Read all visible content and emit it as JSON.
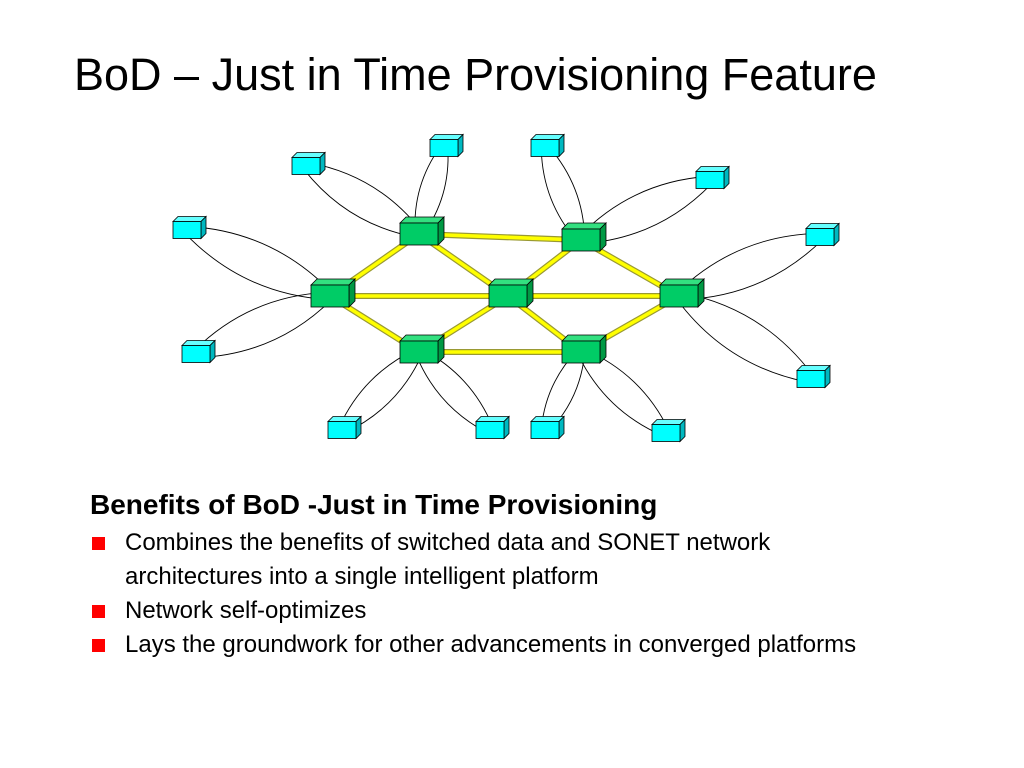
{
  "slide": {
    "title": "BoD – Just in Time Provisioning Feature"
  },
  "diagram": {
    "colors": {
      "core_node_front": "#00CC66",
      "core_node_top": "#33E080",
      "core_node_side": "#009944",
      "edge_node_front": "#00FFFF",
      "edge_node_top": "#66FFFF",
      "edge_node_side": "#00B8C0",
      "core_link": "#FFFF00",
      "core_link_outline": "#999933",
      "access_link": "#000000"
    },
    "core_nodes": [
      "core-top-left",
      "core-top-right",
      "core-mid-left",
      "core-center",
      "core-mid-right",
      "core-bottom-left",
      "core-bottom-right"
    ],
    "edge_nodes": [
      "edge-a",
      "edge-b",
      "edge-c",
      "edge-d",
      "edge-e",
      "edge-f",
      "edge-g",
      "edge-h",
      "edge-i",
      "edge-j",
      "edge-k",
      "edge-l",
      "edge-m",
      "edge-n"
    ]
  },
  "benefits": {
    "heading": "Benefits of BoD -Just in Time Provisioning",
    "bullet_color": "#FF0000",
    "items": [
      "Combines the benefits of switched data and SONET network architectures into a single intelligent platform",
      "Network self-optimizes",
      "Lays the groundwork for other advancements in converged platforms"
    ]
  }
}
